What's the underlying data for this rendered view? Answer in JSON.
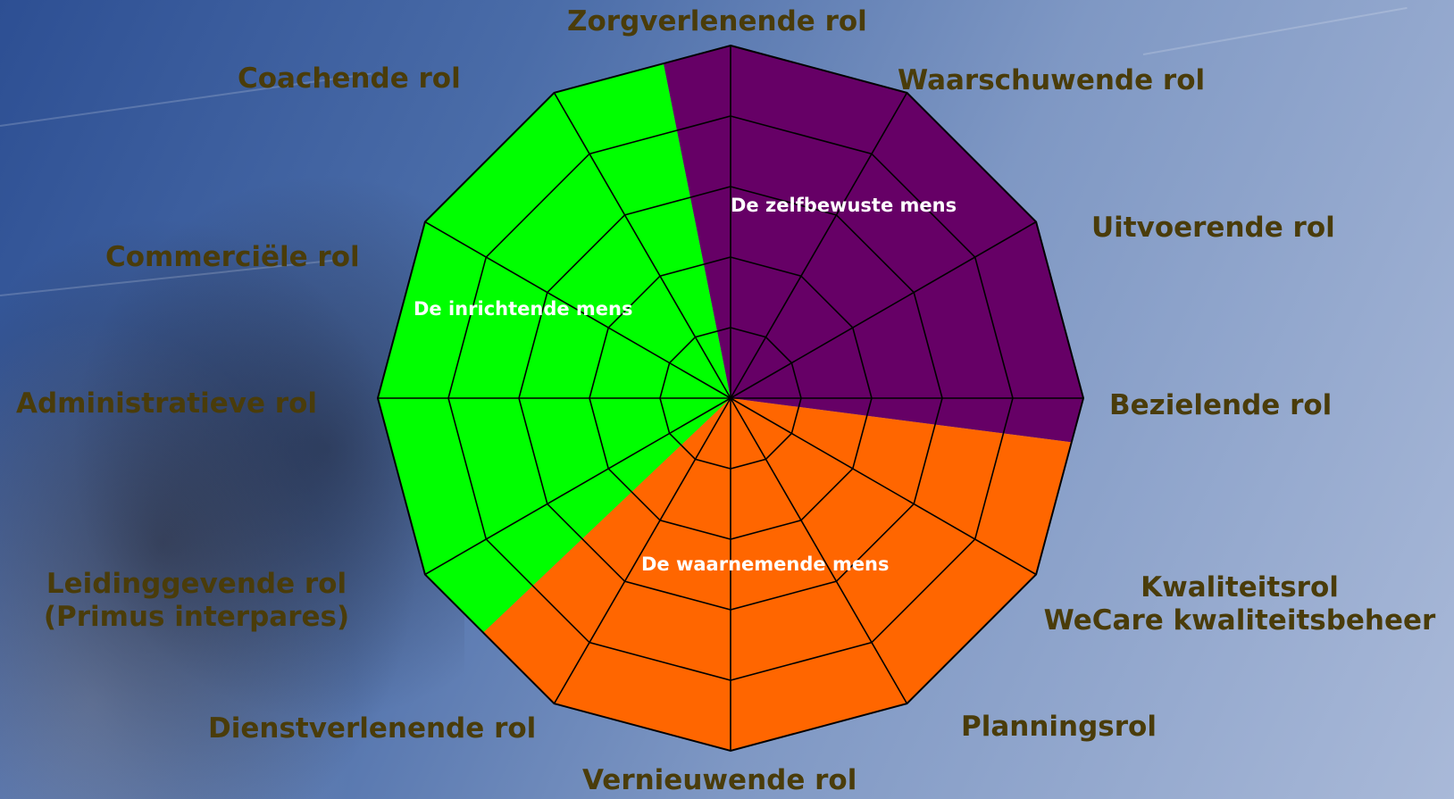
{
  "roles": [
    "Zorgverlenende  rol",
    "Waarschuwende rol",
    "Uitvoerende rol",
    "Bezielende rol",
    "Kwaliteitsrol",
    "WeCare kwaliteitsbeheer",
    "Planningsrol",
    "Vernieuwende rol",
    "Dienstverlenende rol",
    "Leidinggevende  rol",
    "(Primus interpares)",
    "Administratieve rol",
    "Commerciële rol",
    "Coachende rol"
  ],
  "sections": [
    {
      "label": "De zelfbewuste mens",
      "color": "#660066"
    },
    {
      "label": "De waarnemende mens",
      "color": "#ff6600"
    },
    {
      "label": "De inrichtende mens",
      "color": "#00ff00"
    }
  ],
  "colors": {
    "label_text": "#4a3c0a",
    "grid": "#000000"
  }
}
